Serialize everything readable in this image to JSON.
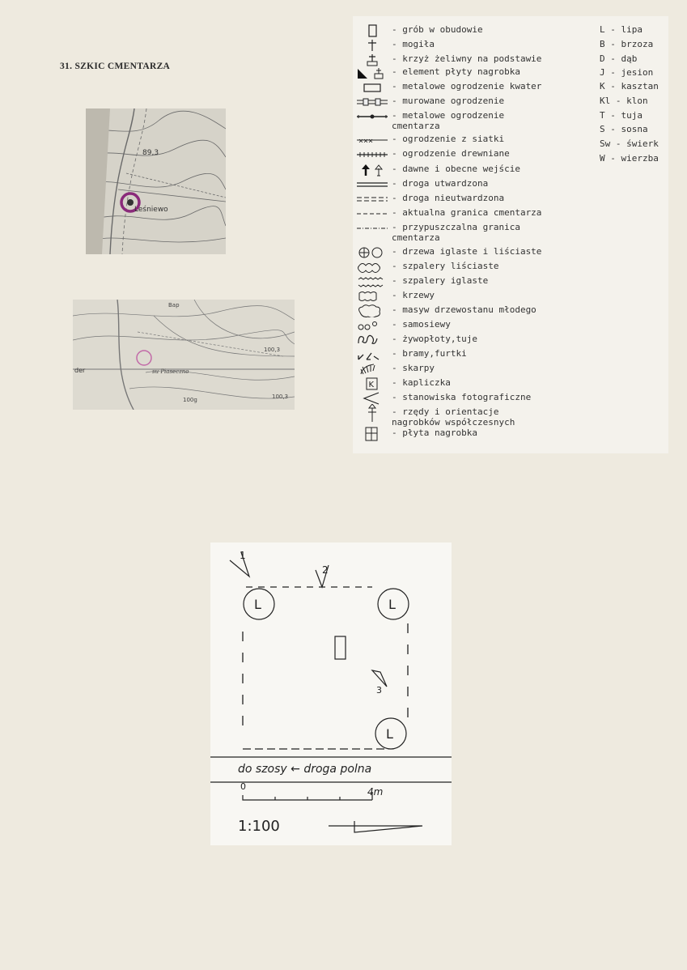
{
  "title": "31. SZKIC CMENTARZA",
  "map1": {
    "height_label": "89,3",
    "place_label": "Leśniewo"
  },
  "map2": {
    "left_label": "der",
    "place_label": "su Piaseczno",
    "labels": [
      "Bap",
      "100g",
      "100,3",
      "100,3"
    ]
  },
  "legend": {
    "items": [
      {
        "icon": "grave-enclosure-icon",
        "text": "- grób w obudowie"
      },
      {
        "icon": "burial-mound-cross-icon",
        "text": "- mogiła"
      },
      {
        "icon": "iron-cross-on-base-icon",
        "text": "- krzyż żeliwny na podstawie"
      },
      {
        "icon": "tombstone-fragment-icon",
        "text": "- element płyty nagrobka"
      },
      {
        "icon": "quarter-fence-icon",
        "text": "- metalowe ogrodzenie kwater"
      },
      {
        "icon": "brick-fence-icon",
        "text": "- murowane ogrodzenie"
      },
      {
        "icon": "metal-fence-icon",
        "text": "- metalowe ogrodzenie\n  cmentarza"
      },
      {
        "icon": "wire-fence-icon",
        "text": "- ogrodzenie z siatki"
      },
      {
        "icon": "wooden-fence-icon",
        "text": "- ogrodzenie drewniane"
      },
      {
        "icon": "entrance-arrows-icon",
        "text": "- dawne i obecne wejście"
      },
      {
        "icon": "paved-road-icon",
        "text": "- droga utwardzona"
      },
      {
        "icon": "unpaved-road-icon",
        "text": "- droga nieutwardzona"
      },
      {
        "icon": "current-boundary-icon",
        "text": "- aktualna granica cmentarza"
      },
      {
        "icon": "probable-boundary-icon",
        "text": "- przypuszczalna granica\n  cmentarza"
      },
      {
        "icon": "trees-icon",
        "text": "- drzewa iglaste i liściaste"
      },
      {
        "icon": "deciduous-rows-icon",
        "text": "- szpalery liściaste"
      },
      {
        "icon": "conifer-rows-icon",
        "text": "- szpalery iglaste"
      },
      {
        "icon": "shrubs-icon",
        "text": "- krzewy"
      },
      {
        "icon": "young-forest-icon",
        "text": "- masyw drzewostanu młodego"
      },
      {
        "icon": "self-seeded-icon",
        "text": "- samosiewy"
      },
      {
        "icon": "hedge-icon",
        "text": "- żywopłoty,tuje"
      },
      {
        "icon": "gates-icon",
        "text": "- bramy,furtki"
      },
      {
        "icon": "slope-icon",
        "text": "- skarpy"
      },
      {
        "icon": "chapel-icon",
        "text": "- kapliczka"
      },
      {
        "icon": "photo-position-icon",
        "text": "- stanowiska fotograficzne"
      },
      {
        "icon": "grave-rows-icon",
        "text": "- rzędy i orientacje\n  nagrobków współczesnych"
      },
      {
        "icon": "tomb-slab-icon",
        "text": "- płyta nagrobka"
      }
    ],
    "trees": [
      "L - lipa",
      "B - brzoza",
      "D - dąb",
      "J - jesion",
      "K - kasztan",
      "Kl - klon",
      "T - tuja",
      "S - sosna",
      "Sw - świerk",
      "W - wierzba"
    ]
  },
  "sketch": {
    "photo_markers": [
      "1",
      "2",
      "3"
    ],
    "tree_letter": "L",
    "road_label": "do szosy ← droga polna",
    "scale_start": "0",
    "scale_end": "4m",
    "scale_ratio": "1:100"
  }
}
